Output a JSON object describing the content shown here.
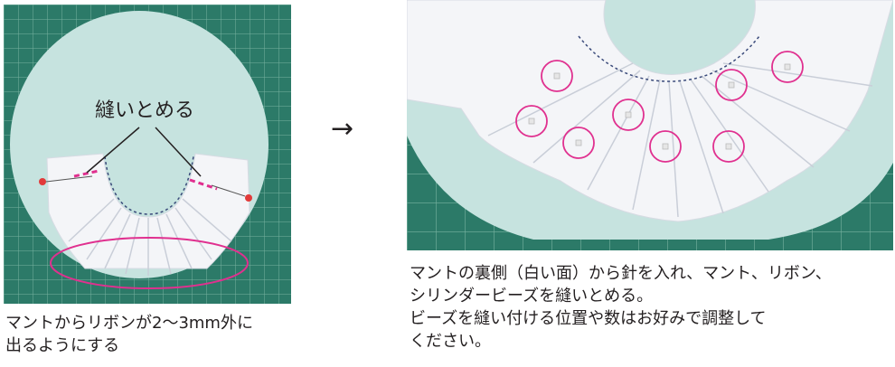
{
  "left_photo": {
    "annotation": "縫いとめる",
    "caption_lines": [
      "マントからリボンが2〜3mm外に",
      "出るようにする"
    ]
  },
  "arrow": "→",
  "right_photo": {
    "caption_lines": [
      "マントの裏側（白い面）から針を入れ、マント、リボン、",
      "シリンダービーズを縫いとめる。",
      "ビーズを縫い付ける位置や数はお好みで調整して",
      "ください。"
    ]
  },
  "colors": {
    "cutting_mat": "#2c7a68",
    "mat_grid": "#a9d7c4",
    "cape_fabric": "#c6e3df",
    "ribbon": "#f4f5f8",
    "highlight_circle": "#e0308f",
    "stitch_dot": "#e23a3a"
  }
}
